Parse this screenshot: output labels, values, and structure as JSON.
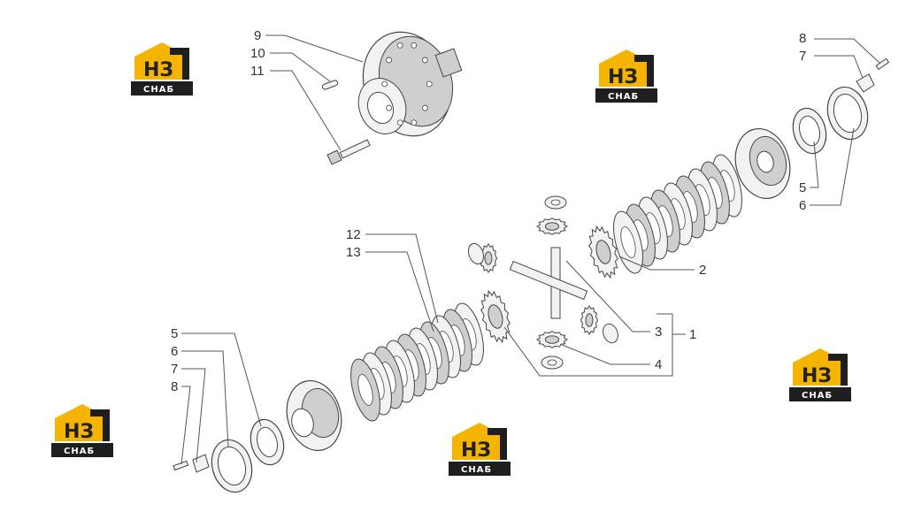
{
  "colors": {
    "line": "#555555",
    "part_stroke": "#444444",
    "part_fill": "#f2f2f2",
    "part_shade": "#cfcfcf",
    "logo_yellow": "#f5b400",
    "logo_dark": "#1e1e1e",
    "background": "#ffffff"
  },
  "logo": {
    "main": "НЗ",
    "sub": "СНАБ"
  },
  "callouts": [
    {
      "id": "c9",
      "label": "9"
    },
    {
      "id": "c10",
      "label": "10"
    },
    {
      "id": "c11",
      "label": "11"
    },
    {
      "id": "c8r",
      "label": "8"
    },
    {
      "id": "c7r",
      "label": "7"
    },
    {
      "id": "c5r",
      "label": "5"
    },
    {
      "id": "c6r",
      "label": "6"
    },
    {
      "id": "c2",
      "label": "2"
    },
    {
      "id": "c12",
      "label": "12"
    },
    {
      "id": "c13",
      "label": "13"
    },
    {
      "id": "c3",
      "label": "3"
    },
    {
      "id": "c1",
      "label": "1"
    },
    {
      "id": "c4",
      "label": "4"
    },
    {
      "id": "c5l",
      "label": "5"
    },
    {
      "id": "c6l",
      "label": "6"
    },
    {
      "id": "c7l",
      "label": "7"
    },
    {
      "id": "c8l",
      "label": "8"
    }
  ]
}
